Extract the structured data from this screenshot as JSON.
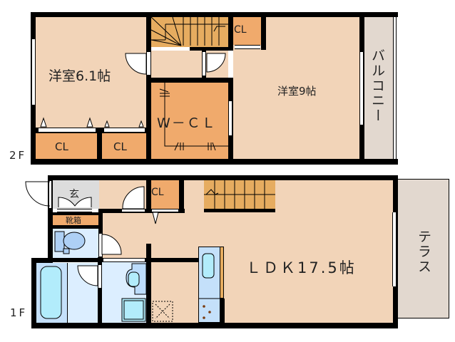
{
  "floors": [
    {
      "label": "2F",
      "rooms": [
        {
          "id": "western-room-1",
          "label": "洋室6.1帖"
        },
        {
          "id": "western-room-2",
          "label": "洋室9帖"
        },
        {
          "id": "walk-in-closet",
          "label": "W－ＣＬ"
        },
        {
          "id": "closet-a",
          "label": "CL"
        },
        {
          "id": "closet-b",
          "label": "CL"
        },
        {
          "id": "closet-c",
          "label": "CL"
        },
        {
          "id": "balcony",
          "label": "バルコニー"
        }
      ]
    },
    {
      "label": "1F",
      "rooms": [
        {
          "id": "ldk",
          "label": "ＬＤＫ17.5帖"
        },
        {
          "id": "entrance",
          "label": "玄"
        },
        {
          "id": "shoe-cabinet",
          "label": "靴箱"
        },
        {
          "id": "closet-d",
          "label": "CL"
        },
        {
          "id": "terrace",
          "label": "テラス"
        }
      ]
    }
  ],
  "floor_labels": {
    "upper": "2F",
    "lower": "1F"
  },
  "colors": {
    "room": "#f2d4b8",
    "closet": "#f0aa6c",
    "stairs": "#e6ac60",
    "wet_area": "#dceeff",
    "exterior": "#e2d8cf",
    "wall": "#000000"
  }
}
